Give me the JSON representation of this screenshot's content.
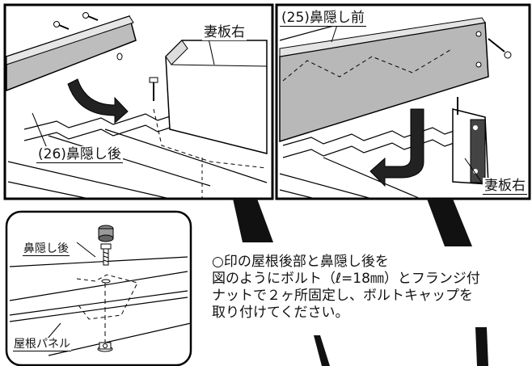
{
  "panels": {
    "top_left": {
      "label_gable": "妻板右",
      "label_rear_nose": "(26)鼻隠し後"
    },
    "top_right": {
      "label_front_nose": "(25)鼻隠し前",
      "label_gable": "妻板右"
    },
    "detail": {
      "label_rear_nose": "鼻隠し後",
      "label_roof_panel": "屋根パネル"
    }
  },
  "instruction": {
    "lines": [
      "○印の屋根後部と鼻隠し後を",
      "図のようにボルト（ℓ=18㎜）とフランジ付",
      "ナットで２ヶ所固定し、ボルトキャップを",
      "取り付けてください。"
    ]
  }
}
